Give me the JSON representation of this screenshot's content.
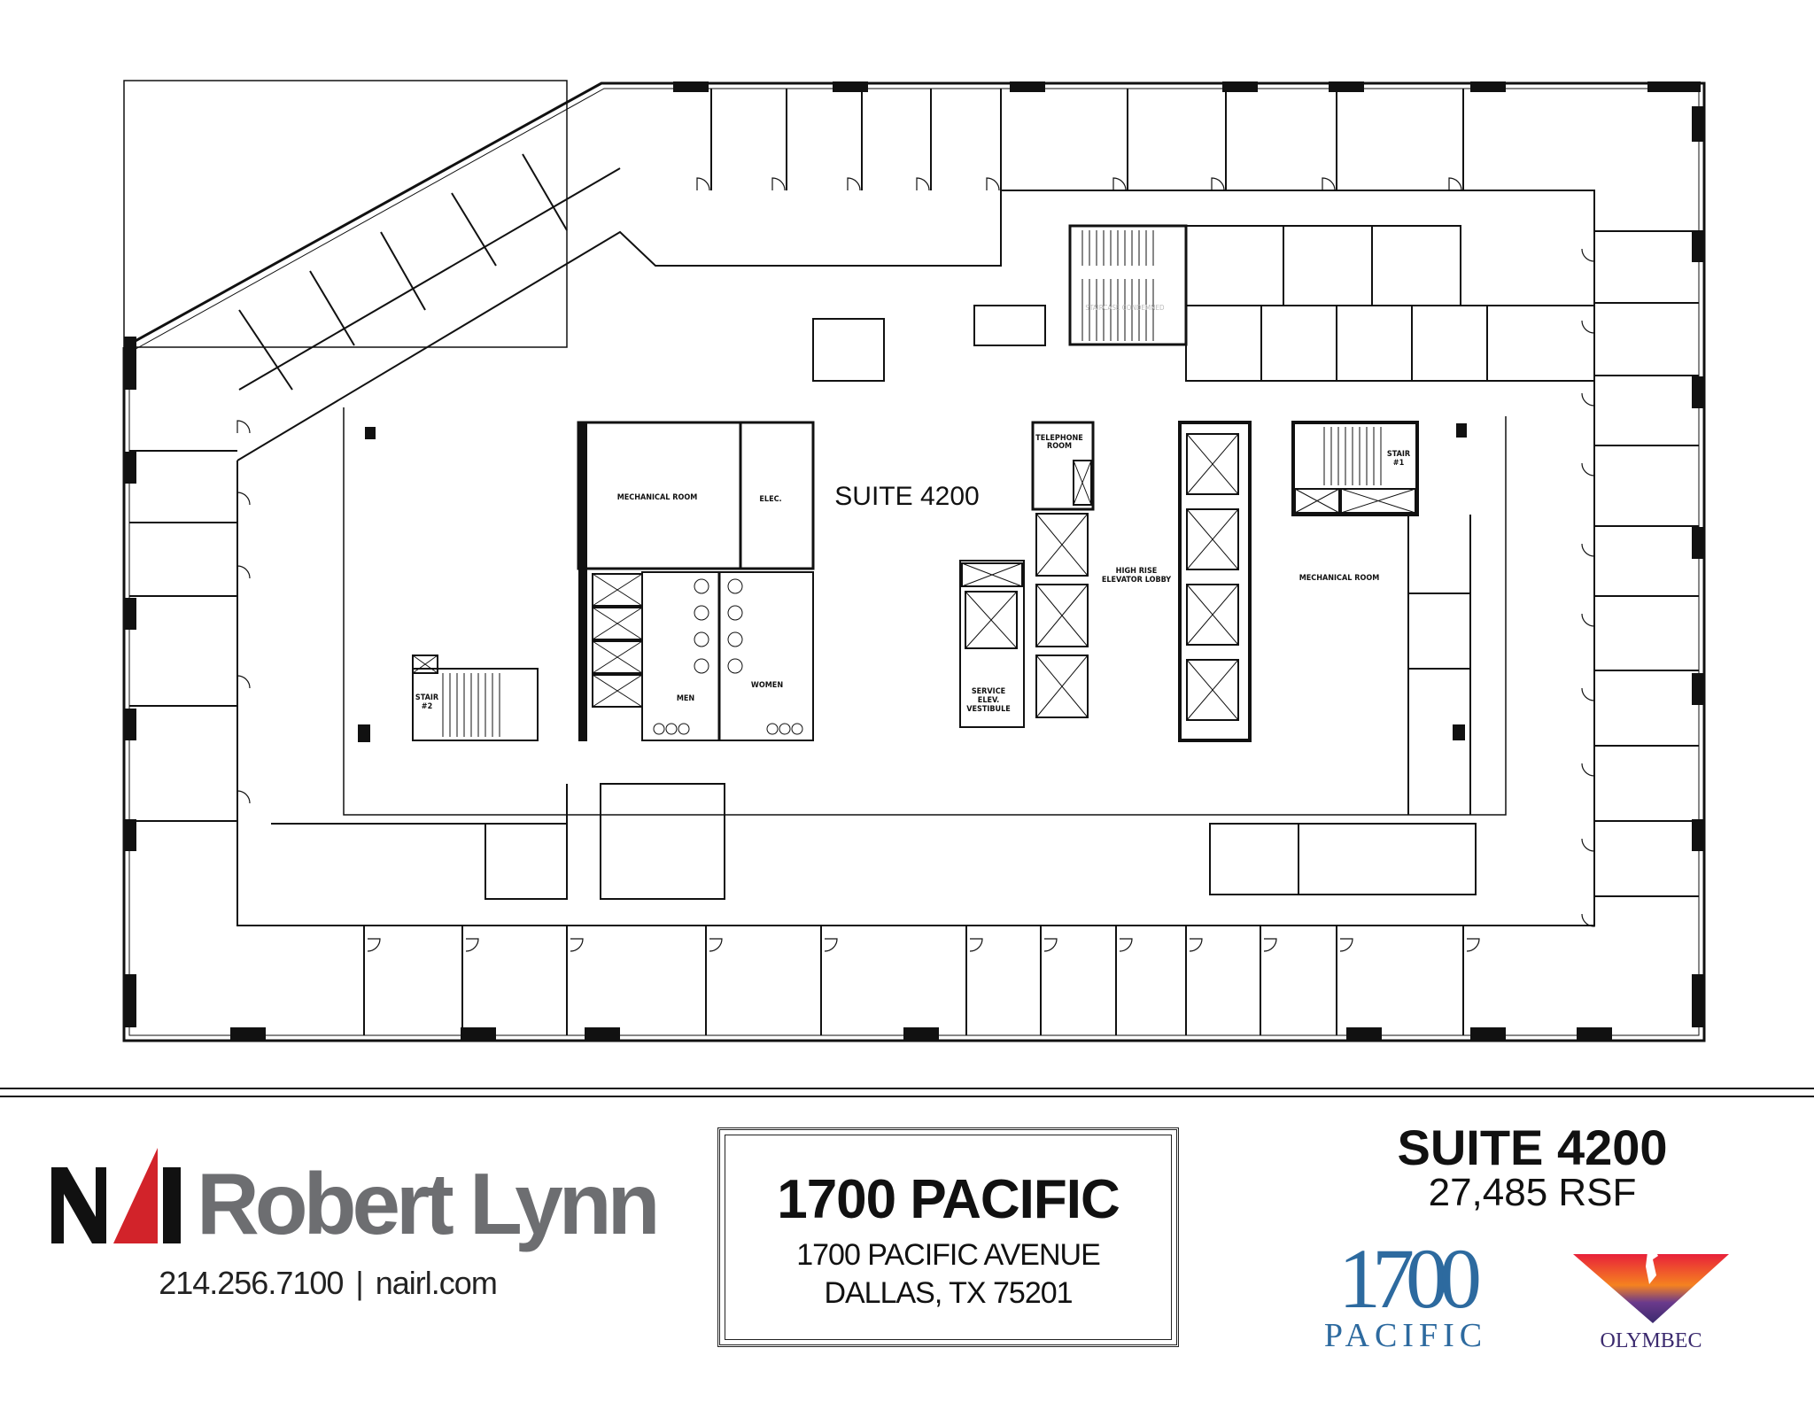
{
  "floor_plan": {
    "suite_label": "SUITE 4200",
    "rooms": {
      "mechanical_left": "MECHANICAL ROOM",
      "elec": "ELEC.",
      "men": "MEN",
      "women": "WOMEN",
      "telephone_1": "TELEPHONE",
      "telephone_2": "ROOM",
      "lobby_1": "HIGH RISE",
      "lobby_2": "ELEVATOR LOBBY",
      "service_1": "SERVICE",
      "service_2": "ELEV.",
      "service_3": "VESTIBULE",
      "stair1_1": "STAIR",
      "stair1_2": "#1",
      "stair2_1": "STAIR",
      "stair2_2": "#2",
      "mechanical_right": "MECHANICAL ROOM",
      "condemned": "STAIRCASE CONDEMNED"
    }
  },
  "footer": {
    "broker": {
      "logo_mark": "NAI",
      "logo_name": "Robert Lynn",
      "phone": "214.256.7100",
      "separator": "|",
      "website": "nairl.com"
    },
    "address": {
      "building": "1700 PACIFIC",
      "street": "1700 PACIFIC AVENUE",
      "city": "DALLAS, TX 75201"
    },
    "suite": {
      "title": "SUITE 4200",
      "area": "27,485 RSF"
    },
    "building_logo": {
      "number": "1700",
      "word": "PACIFIC",
      "color": "#2d6a9f"
    },
    "owner_logo": {
      "word": "OLYMBEC",
      "colors": [
        "#e8213a",
        "#f58220",
        "#3b2a6e"
      ]
    }
  }
}
